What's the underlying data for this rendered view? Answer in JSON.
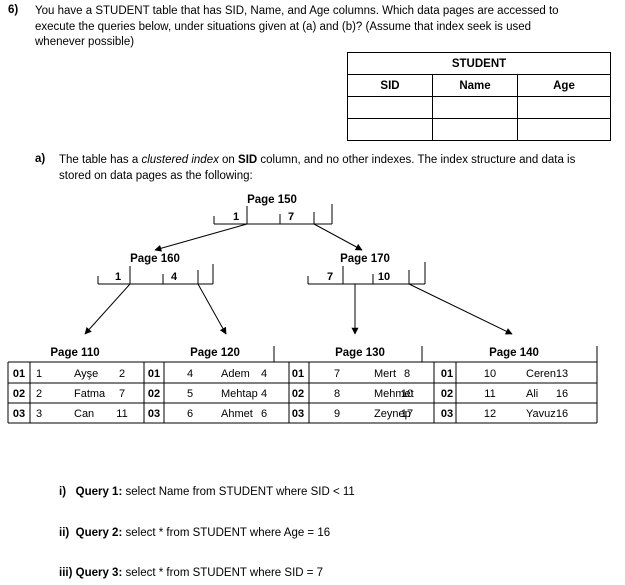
{
  "question": {
    "number": "6)",
    "text_line1": "You have a STUDENT table that has SID, Name, and Age columns. Which data pages are accessed to",
    "text_line2": "execute the queries below, under situations given at (a) and (b)? (Assume that index seek is used",
    "text_line3": "whenever possible)"
  },
  "student_table": {
    "title": "STUDENT",
    "columns": [
      "SID",
      "Name",
      "Age"
    ]
  },
  "part_a": {
    "label": "a)",
    "line1_pre": "The table has a ",
    "line1_em": "clustered index",
    "line1_mid": " on ",
    "line1_bold": "SID",
    "line1_post": " column, and no other indexes. The index structure and data is",
    "line2": "stored on data pages as the following:"
  },
  "index": {
    "root": {
      "title": "Page 150",
      "keys": [
        "1",
        "7"
      ]
    },
    "left": {
      "title": "Page 160",
      "keys": [
        "1",
        "4"
      ]
    },
    "right": {
      "title": "Page 170",
      "keys": [
        "7",
        "10"
      ]
    }
  },
  "data_pages": [
    {
      "title": "Page 110",
      "rows": [
        {
          "slot": "01",
          "sid": "1",
          "name": "Ayşe",
          "age": "2"
        },
        {
          "slot": "02",
          "sid": "2",
          "name": "Fatma",
          "age": "7"
        },
        {
          "slot": "03",
          "sid": "3",
          "name": "Can",
          "age": "11"
        }
      ]
    },
    {
      "title": "Page 120",
      "rows": [
        {
          "slot": "01",
          "sid": "4",
          "name": "Adem",
          "age": "4"
        },
        {
          "slot": "02",
          "sid": "5",
          "name": "Mehtap",
          "age": "4"
        },
        {
          "slot": "03",
          "sid": "6",
          "name": "Ahmet",
          "age": "6"
        }
      ]
    },
    {
      "title": "Page 130",
      "rows": [
        {
          "slot": "01",
          "sid": "7",
          "name": "Mert",
          "age": "8"
        },
        {
          "slot": "02",
          "sid": "8",
          "name": "Mehmet",
          "age": "10"
        },
        {
          "slot": "03",
          "sid": "9",
          "name": "Zeynep",
          "age": "17"
        }
      ]
    },
    {
      "title": "Page 140",
      "rows": [
        {
          "slot": "01",
          "sid": "10",
          "name": "Ceren",
          "age": "13"
        },
        {
          "slot": "02",
          "sid": "11",
          "name": "Ali",
          "age": "16"
        },
        {
          "slot": "03",
          "sid": "12",
          "name": "Yavuz",
          "age": "16"
        }
      ]
    }
  ],
  "queries": [
    {
      "label": "i)",
      "name": "Query 1:",
      "sql": " select Name from STUDENT where SID < 11"
    },
    {
      "label": "ii)",
      "name": "Query 2:",
      "sql": " select * from STUDENT where Age = 16"
    },
    {
      "label": "iii)",
      "name": "Query 3:",
      "sql": " select * from STUDENT where SID = 7"
    }
  ]
}
